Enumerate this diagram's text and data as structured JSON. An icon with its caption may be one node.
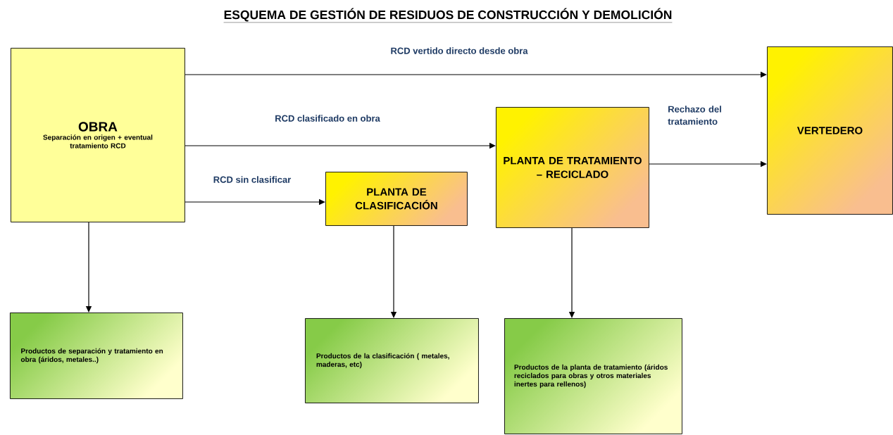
{
  "diagram": {
    "title": "ESQUEMA DE GESTIÓN DE RESIDUOS DE CONSTRUCCIÓN Y DEMOLICIÓN",
    "nodes": [
      {
        "text": [
          "OBRA",
          "Separación en origen + eventual tratamiento RCD"
        ]
      },
      {
        "text": [
          "PLANTA DE CLASIFICACIÓN"
        ]
      },
      {
        "text": [
          "PLANTA DE TRATAMIENTO – RECICLADO"
        ]
      },
      {
        "text": [
          "VERTEDERO"
        ]
      },
      {
        "text": [
          "Productos de separación y tratamiento en obra (áridos, metales..)"
        ]
      },
      {
        "text": [
          "Productos de la clasificación ( metales, maderas, etc)"
        ]
      },
      {
        "text": [
          "Productos de la planta de tratamiento (áridos reciclados para obras y otros materiales inertes para rellenos)"
        ]
      }
    ],
    "edges": [
      {
        "from": 0,
        "to": 3,
        "arrow": "to",
        "label": "RCD vertido directo desde obra"
      },
      {
        "from": 0,
        "to": 2,
        "arrow": "to",
        "label": "RCD clasificado en obra"
      },
      {
        "from": 0,
        "to": 1,
        "arrow": "to",
        "label": "RCD sin clasificar"
      },
      {
        "from": 2,
        "to": 3,
        "arrow": "to",
        "label": "Rechazo del tratamiento"
      },
      {
        "from": 0,
        "to": 4,
        "arrow": "to"
      },
      {
        "from": 1,
        "to": 5,
        "arrow": "to"
      },
      {
        "from": 2,
        "to": 6,
        "arrow": "to"
      }
    ]
  }
}
